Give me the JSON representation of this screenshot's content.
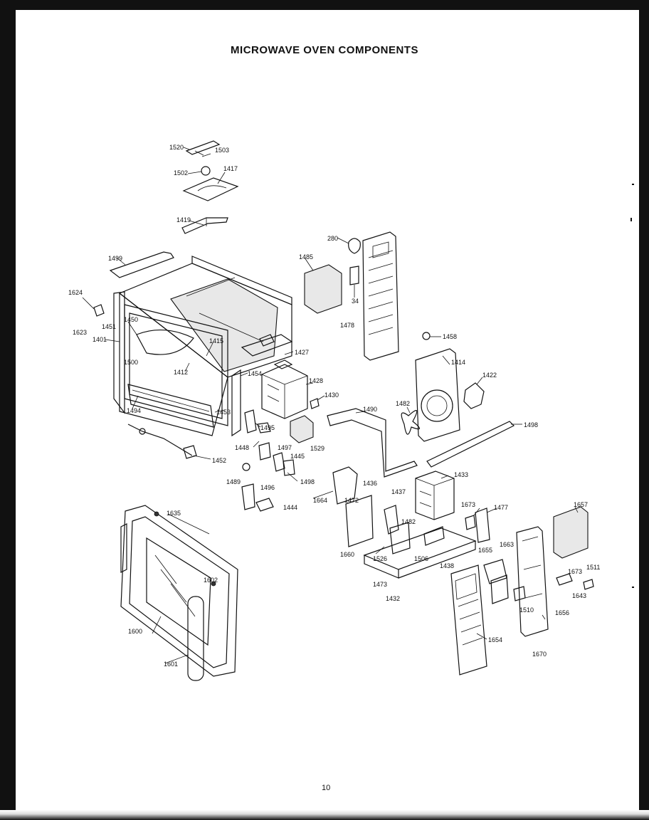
{
  "title": "MICROWAVE OVEN COMPONENTS",
  "page_number": "10",
  "part_labels": {
    "p1520": "1520",
    "p1503": "1503",
    "p1502": "1502",
    "p1417": "1417",
    "p1419": "1419",
    "p1499": "1499",
    "p1624": "1624",
    "p1623": "1623",
    "p1451": "1451",
    "p1401": "1401",
    "p1450": "1450",
    "p1500": "1500",
    "p1412": "1412",
    "p1415": "1415",
    "p1427": "1427",
    "p1454": "1454",
    "p1428": "1428",
    "p1430": "1430",
    "p1494": "1494",
    "p1453": "1453",
    "p1495": "1495",
    "p1448": "1448",
    "p1497": "1497",
    "p1445": "1445",
    "p1529": "1529",
    "p1452": "1452",
    "p1489": "1489",
    "p1496": "1496",
    "p1498": "1498",
    "p1444": "1444",
    "p280": "280",
    "p1485": "1485",
    "p34": "34",
    "p1478": "1478",
    "p1458": "1458",
    "p1414": "1414",
    "p1422": "1422",
    "p1490": "1490",
    "p1482a": "1482",
    "p1498b": "1498",
    "p1433": "1433",
    "p1664": "1664",
    "p1436": "1436",
    "p1437": "1437",
    "p1472": "1472",
    "p1673a": "1673",
    "p1477": "1477",
    "p1657": "1657",
    "p1482b": "1482",
    "p1660": "1660",
    "p1526": "1526",
    "p1506": "1506",
    "p1438": "1438",
    "p1663": "1663",
    "p1655": "1655",
    "p1673b": "1673",
    "p1511": "1511",
    "p1473": "1473",
    "p1432": "1432",
    "p1643": "1643",
    "p1510": "1510",
    "p1656": "1656",
    "p1654": "1654",
    "p1670": "1670",
    "p1635": "1635",
    "p1602": "1602",
    "p1600": "1600",
    "p1601": "1601"
  }
}
